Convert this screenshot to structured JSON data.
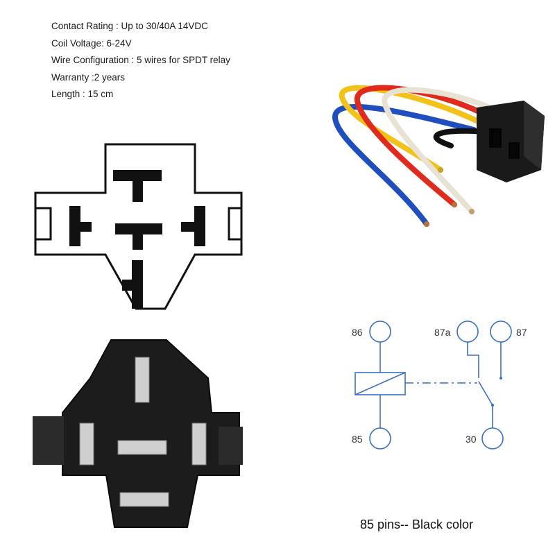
{
  "specs": {
    "contact_rating": "Contact Rating : Up to 30/40A 14VDC",
    "coil_voltage": "Coil Voltage: 6-24V",
    "wire_configuration": "Wire Configuration : 5 wires for SPDT relay",
    "warranty": "Warranty :2 years",
    "length": "Length : 15 cm"
  },
  "schematic": {
    "pin_86": "86",
    "pin_85": "85",
    "pin_87a": "87a",
    "pin_87": "87",
    "pin_30": "30",
    "line_color": "#3a6fc4"
  },
  "wires": {
    "colors": [
      "#1f4fbf",
      "#f2c21a",
      "#e02a1e",
      "#e8e2d4",
      "#111111"
    ]
  },
  "caption": "85 pins-- Black color"
}
